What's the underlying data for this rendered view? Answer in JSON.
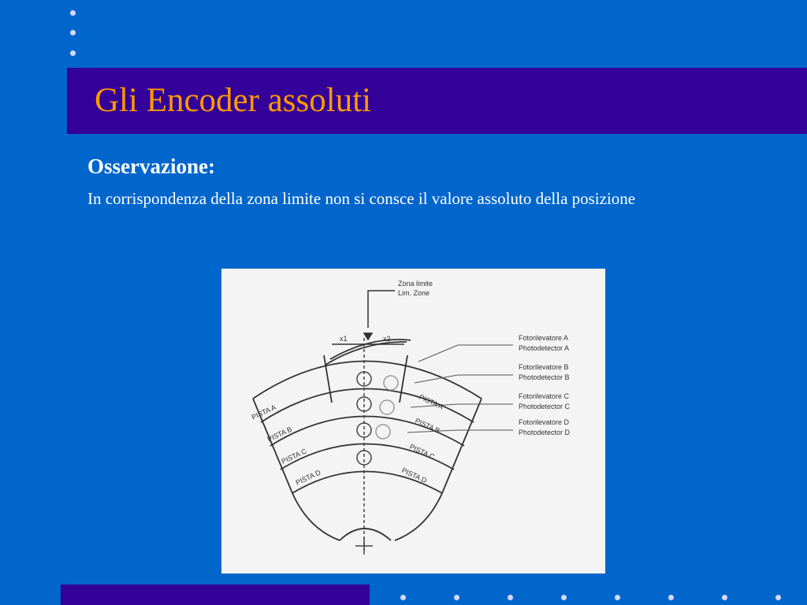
{
  "slide": {
    "title": "Gli Encoder assoluti",
    "subheading": "Osservazione:",
    "body": "In corrispondenza della zona limite non si consce il valore assoluto della posizione"
  },
  "figure": {
    "zone_label_lines": [
      "Zona limite",
      "Lim. Zone"
    ],
    "angle_labels": [
      "x1",
      "x2"
    ],
    "photodetector_labels": [
      "Fotorilevatore A",
      "Photodetector A",
      "Fotorilevatore B",
      "Photodetector B",
      "Fotorilevatore C",
      "Photodetector C",
      "Fotorilevatore D",
      "Photodetector D"
    ],
    "ring_left_labels": [
      "PISTA A",
      "PISTA B",
      "PISTA C",
      "PISTA D"
    ],
    "ring_right_labels": [
      "PISTA A",
      "PISTA B",
      "PISTA C",
      "PISTA D"
    ],
    "colors": {
      "background": "#0066cc",
      "title_bar": "#330099",
      "title_text": "#ff9900",
      "figure_ink": "#333333"
    }
  }
}
